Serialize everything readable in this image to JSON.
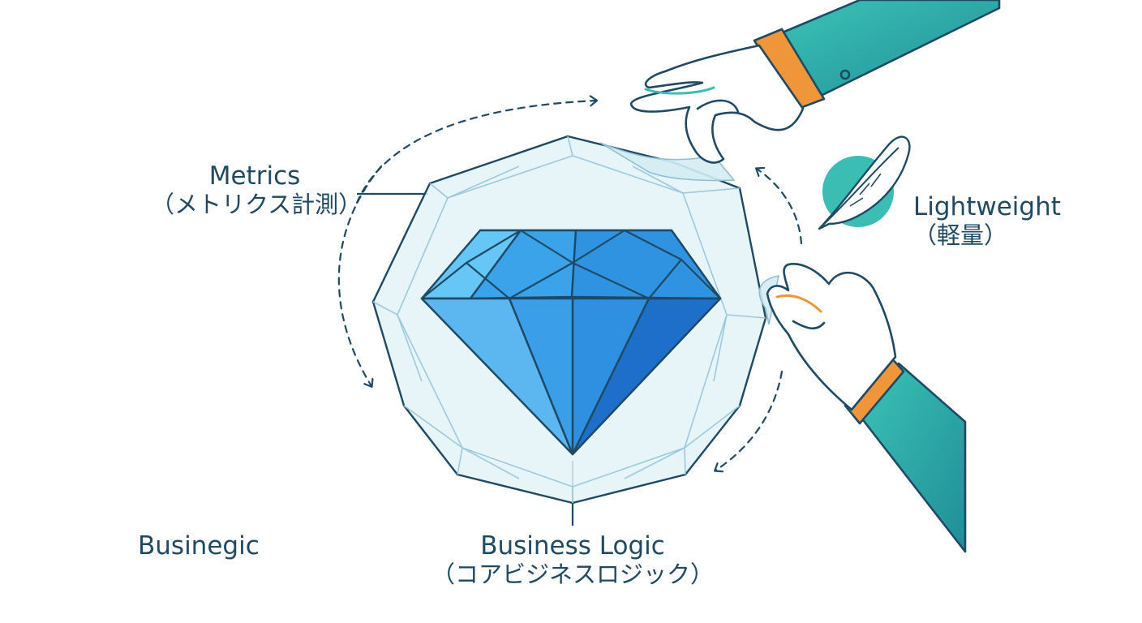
{
  "labels": {
    "metrics": {
      "title": "Metrics",
      "subtitle": "（メトリクス計測）"
    },
    "lightweight": {
      "title": "Lightweight",
      "subtitle": "（軽量）"
    },
    "core": {
      "title": "Business Logic",
      "subtitle": "（コアビジネスロジック）"
    },
    "stray": "Businegic"
  },
  "colors": {
    "outline": "#1f4a66",
    "gem_main": "#2f8fe0",
    "gem_light": "#5cc0f5",
    "gem_dark": "#1d6fc9",
    "wrap_fill": "#e3f3f8",
    "wrap_line": "#9cc9dc",
    "sleeve": "#2aa6a2",
    "cuff": "#f0963a",
    "feather_circle": "#3bbdb3"
  },
  "icons": {
    "core": "diamond-icon",
    "wrapper": "film-wrap-icon",
    "lightweight": "feather-icon",
    "hands": "hand-icon"
  }
}
